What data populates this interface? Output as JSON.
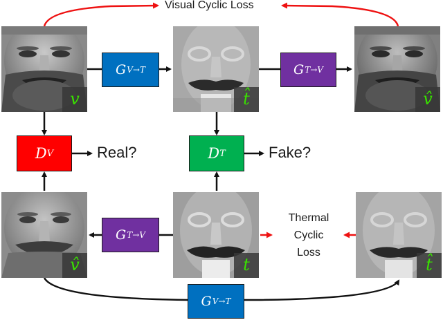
{
  "top_label": "Visual Cyclic Loss",
  "thermal_label": {
    "line1": "Thermal",
    "line2": "Cyclic",
    "line3": "Loss"
  },
  "disc_outputs": {
    "real": "Real?",
    "fake": "Fake?"
  },
  "generators": {
    "g_top_left": {
      "main": "G",
      "sub": "V→T"
    },
    "g_top_right": {
      "main": "G",
      "sub": "T→V"
    },
    "g_mid": {
      "main": "G",
      "sub": "T→V"
    },
    "g_bottom": {
      "main": "G",
      "sub": "V→T"
    }
  },
  "discriminators": {
    "dv": {
      "main": "D",
      "sub": "V"
    },
    "dt": {
      "main": "D",
      "sub": "T"
    }
  },
  "face_tags": {
    "top_left": "v",
    "top_mid": "t̂",
    "top_right": "v̂",
    "bottom_left": "v̂",
    "bottom_mid": "t",
    "bottom_right": "t̂"
  },
  "colors": {
    "blue": "#0070c0",
    "purple": "#7030a0",
    "red": "#ff0000",
    "green": "#00b050",
    "tag_text": "#39e000"
  }
}
